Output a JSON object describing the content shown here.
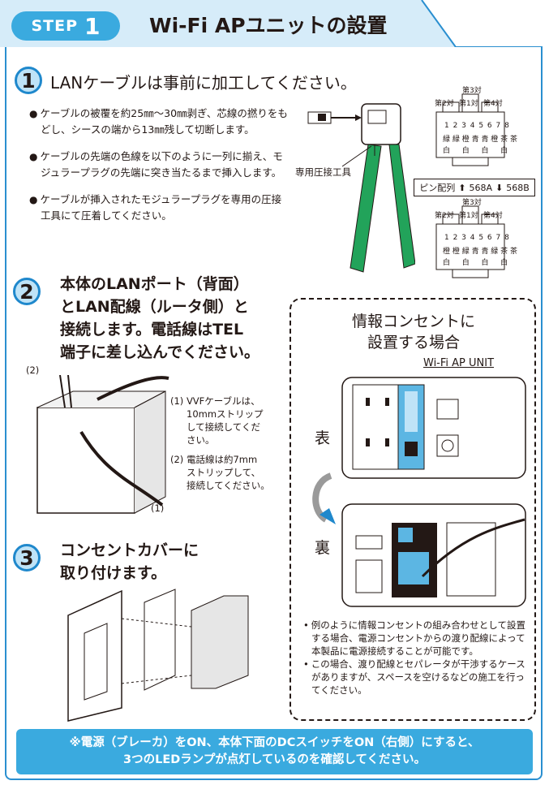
{
  "header": {
    "step_word": "STEP",
    "step_num": "1",
    "title": "Wi-Fi APユニットの設置"
  },
  "step1": {
    "num": "1",
    "heading": "LANケーブルは事前に加工してください。",
    "bullets": [
      "ケーブルの被覆を約25㎜〜30㎜剥ぎ、芯線の撚りをもどし、シースの端から13㎜残して切断します。",
      "ケーブルの先端の色線を以下のように一列に揃え、モジュラープラグの先端に突き当たるまで挿入します。",
      "ケーブルが挿入されたモジュラープラグを専用の圧接工具にて圧着してください。"
    ],
    "tool_label": "専用圧接工具",
    "pin_top": {
      "pair3": "第3対",
      "pair2": "第2対",
      "pair1": "第1対",
      "pair4": "第4対",
      "pins": "1 2 3 4 5 6 7 8",
      "colors_a": "緑 緑 橙 青 青 橙 茶 茶",
      "colors_b": "白 　 白 　 白 　 白"
    },
    "pin_legend": {
      "label": "ピン配列",
      "a": "568A",
      "b": "568B"
    },
    "pin_bottom": {
      "pair3": "第3対",
      "pair2": "第2対",
      "pair1": "第1対",
      "pair4": "第4対",
      "pins": "1 2 3 4 5 6 7 8",
      "colors_a": "橙 橙 緑 青 青 緑 茶 茶",
      "colors_b": "白 　 白 　 白 　 白"
    }
  },
  "step2": {
    "num": "2",
    "heading_lines": [
      "本体のLANポート（背面）",
      "とLAN配線（ルータ側）と",
      "接続します。電話線はTEL",
      "端子に差し込んでください。"
    ],
    "label_2": "(2)",
    "label_1": "(1)",
    "note1_lines": [
      "(1) VVFケーブルは、",
      "10mmストリップ",
      "して接続してくだ",
      "さい。"
    ],
    "note2_lines": [
      "(2) 電話線は約7mm",
      "ストリップして、",
      "接続してください。"
    ]
  },
  "step3": {
    "num": "3",
    "heading_lines": [
      "コンセントカバーに",
      "取り付けます。"
    ]
  },
  "outlet": {
    "title_lines": [
      "情報コンセントに",
      "設置する場合"
    ],
    "unit_label": "Wi-Fi AP UNIT",
    "front_label": "表",
    "back_label": "裏",
    "notes": [
      "例のように情報コンセントの組み合わせとして設置する場合、電源コンセントからの渡り配線によって本製品に電源接続することが可能です。",
      "この場合、渡り配線とセパレータが干渉するケースがありますが、スペースを空けるなどの施工を行ってください。"
    ]
  },
  "footer": {
    "lines": [
      "※電源（ブレーカ）をON、本体下面のDCスイッチをON（右側）にすると、",
      "3つのLEDランプが点灯しているのを確認してください。"
    ]
  },
  "colors": {
    "accent": "#3aaadf",
    "border": "#2a8fd0",
    "circle_fill": "#bfe3f7"
  }
}
